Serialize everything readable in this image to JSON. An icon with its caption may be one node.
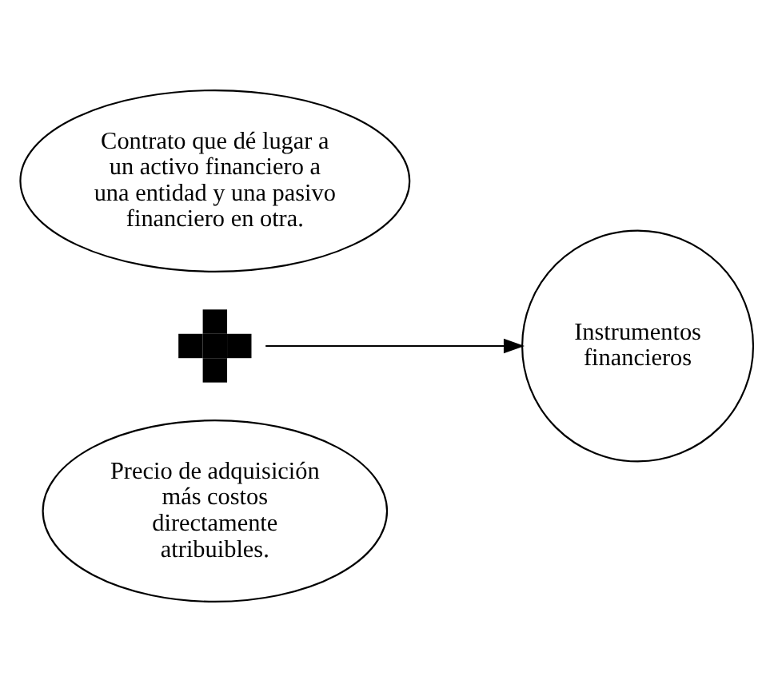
{
  "diagram": {
    "nodes": [
      {
        "text": [
          "Contrato que dé lugar a un activo financiero a una entidad y una pasivo financiero en otra."
        ]
      },
      {
        "text": [],
        "shape": "cross"
      },
      {
        "text": [
          "Precio de adquisición más costos directamente atribuibles."
        ]
      },
      {
        "text": [
          "Instrumentos financieros"
        ]
      }
    ],
    "edges": [
      {
        "from": 1,
        "to": 3,
        "arrow": "to"
      }
    ]
  }
}
